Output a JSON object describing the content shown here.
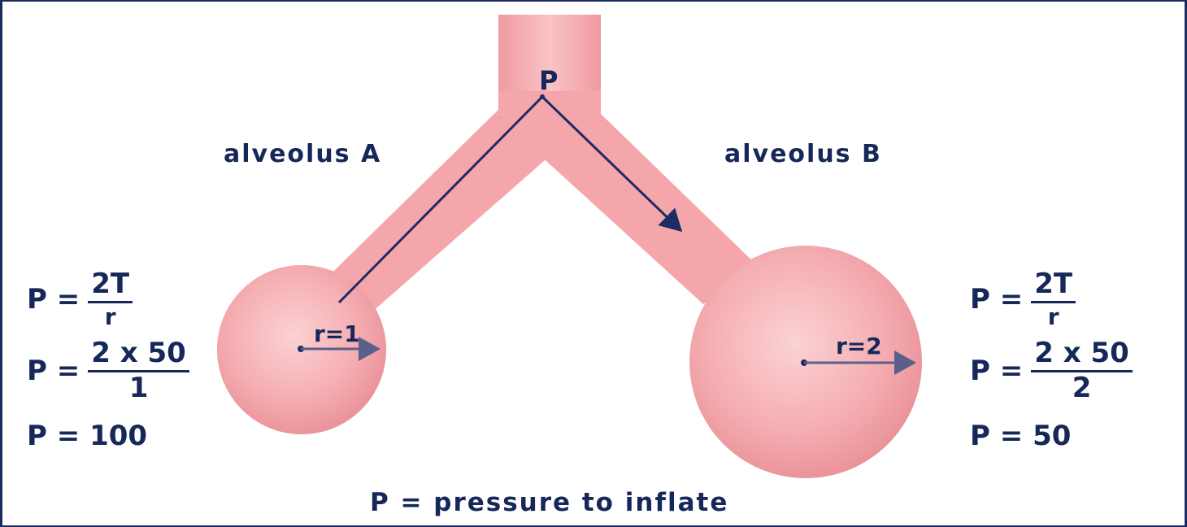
{
  "top_label": "P",
  "alveolus_a": {
    "title": "alveolus A",
    "radius_label": "r=1",
    "formula_lhs": "P =",
    "formula_num": "2T",
    "formula_den": "r",
    "sub_lhs": "P =",
    "sub_num": "2 x 50",
    "sub_den": "1",
    "result": "P = 100"
  },
  "alveolus_b": {
    "title": "alveolus B",
    "radius_label": "r=2",
    "formula_lhs": "P =",
    "formula_num": "2T",
    "formula_den": "r",
    "sub_lhs": "P =",
    "sub_num": "2 x 50",
    "sub_den": "2",
    "result": "P = 50"
  },
  "caption": "P = pressure to inflate",
  "colors": {
    "border": "#1c2a5e",
    "text": "#16275a",
    "airway": "#f4a3a8",
    "alveolus": "#f3a2a8",
    "arrow": "#1d2c63",
    "radius_arrow": "#5a5f8c"
  }
}
